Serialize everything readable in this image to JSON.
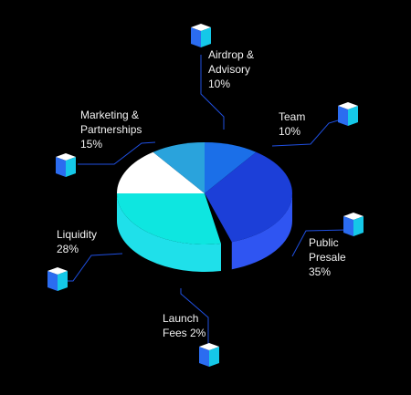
{
  "chart_data": {
    "type": "pie",
    "title": "",
    "series": [
      {
        "slices": [
          {
            "label": "Team",
            "label_lines": [
              "Team"
            ],
            "value": 10,
            "value_text": "10%",
            "color": "#1b6fe8",
            "side_color": "#1456c9"
          },
          {
            "label": "Public Presale",
            "label_lines": [
              "Public",
              "Presale"
            ],
            "value": 35,
            "value_text": "35%",
            "color": "#1c3fd8",
            "side_color": "#2f55f2"
          },
          {
            "label": "Launch Fees",
            "label_lines": [
              "Launch",
              "Fees 2%"
            ],
            "value": 2,
            "value_text": "",
            "color": "#000000",
            "side_color": "#000000"
          },
          {
            "label": "Liquidity",
            "label_lines": [
              "Liquidity"
            ],
            "value": 28,
            "value_text": "28%",
            "color": "#0ee6e0",
            "side_color": "#1fe0ea"
          },
          {
            "label": "Marketing & Partnerships",
            "label_lines": [
              "Marketing &",
              "Partnerships"
            ],
            "value": 15,
            "value_text": "15%",
            "color": "#ffffff",
            "side_color": "#d9d9d9"
          },
          {
            "label": "Airdrop & Advisory",
            "label_lines": [
              "Airdrop &",
              "Advisory"
            ],
            "value": 10,
            "value_text": "10%",
            "color": "#2aa3dc",
            "side_color": "#1f8cc8"
          }
        ]
      }
    ],
    "legend": "none",
    "line_color": "#1f4fe0",
    "cube_colors": {
      "top": "#ffffff",
      "left": "#2b6cf0",
      "right": "#15c8e8"
    }
  }
}
